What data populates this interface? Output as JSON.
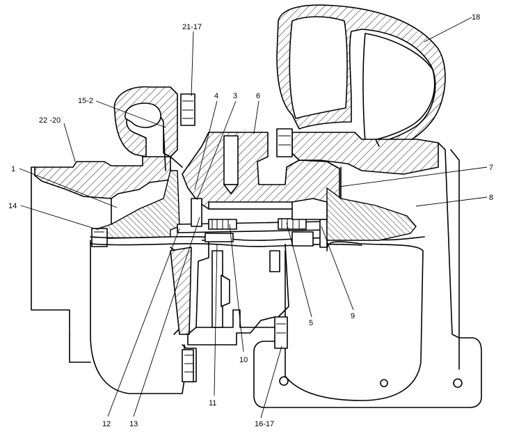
{
  "diagram": {
    "callouts": [
      {
        "id": "c1",
        "text": "1"
      },
      {
        "id": "c2",
        "text": "14"
      },
      {
        "id": "c3",
        "text": "22 -20"
      },
      {
        "id": "c4",
        "text": "15-2"
      },
      {
        "id": "c5",
        "text": "21-17"
      },
      {
        "id": "c6",
        "text": "4"
      },
      {
        "id": "c7",
        "text": "3"
      },
      {
        "id": "c8",
        "text": "6"
      },
      {
        "id": "c9",
        "text": "18"
      },
      {
        "id": "c10",
        "text": "7"
      },
      {
        "id": "c11",
        "text": "8"
      },
      {
        "id": "c12",
        "text": "9"
      },
      {
        "id": "c13",
        "text": "5"
      },
      {
        "id": "c14",
        "text": "10"
      },
      {
        "id": "c15",
        "text": "11"
      },
      {
        "id": "c16",
        "text": "12"
      },
      {
        "id": "c17",
        "text": "13"
      },
      {
        "id": "c18",
        "text": "16-17"
      }
    ]
  }
}
